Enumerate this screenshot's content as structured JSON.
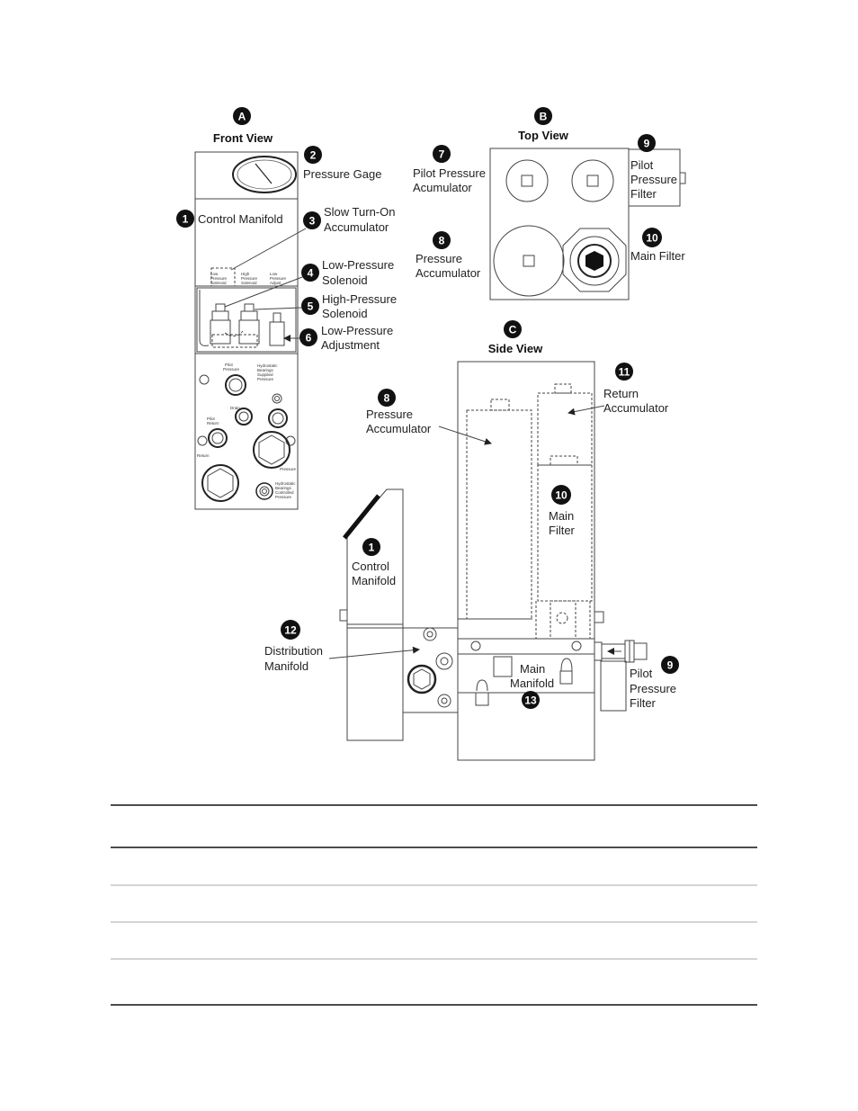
{
  "views": {
    "front": {
      "letter": "A",
      "title": "Front View"
    },
    "top": {
      "letter": "B",
      "title": "Top View"
    },
    "side": {
      "letter": "C",
      "title": "Side View"
    }
  },
  "front_callouts": [
    {
      "num": "2",
      "text": "Pressure Gage"
    },
    {
      "num": "1",
      "text": "Control Manifold"
    },
    {
      "num": "3",
      "line1": "Slow Turn-On",
      "line2": "Accumulator"
    },
    {
      "num": "4",
      "line1": "Low-Pressure",
      "line2": "Solenoid"
    },
    {
      "num": "5",
      "line1": "High-Pressure",
      "line2": "Solenoid"
    },
    {
      "num": "6",
      "line1": "Low-Pressure",
      "line2": "Adjustment"
    }
  ],
  "front_small_labels": {
    "low_pressure_solenoid": [
      "Low",
      "Pressure",
      "Solenoid"
    ],
    "high_pressure_solenoid": [
      "High",
      "Pressure",
      "Solenoid"
    ],
    "low_pressure_adjust": [
      "Low",
      "Pressure",
      "Adjust"
    ],
    "pilot_pressure": [
      "Pilot",
      "Pressure"
    ],
    "hydrostatic_supplied": [
      "Hydrostatic",
      "Bearings",
      "Supplied",
      "Pressure"
    ],
    "drain": "Drain",
    "pilot_return": [
      "Pilot",
      "Return"
    ],
    "return": "Return",
    "pressure": "Pressure",
    "hydrostatic_controlled": [
      "Hydrostatic",
      "Bearings",
      "Controlled",
      "Pressure"
    ]
  },
  "top_callouts": [
    {
      "num": "7",
      "line1": "Pilot Pressure",
      "line2": "Acumulator"
    },
    {
      "num": "9",
      "line1": "Pilot",
      "line2": "Pressure",
      "line3": "Filter"
    },
    {
      "num": "8",
      "line1": "Pressure",
      "line2": "Accumulator"
    },
    {
      "num": "10",
      "text": "Main Filter"
    }
  ],
  "side_callouts": [
    {
      "num": "8",
      "line1": "Pressure",
      "line2": "Accumulator"
    },
    {
      "num": "11",
      "line1": "Return",
      "line2": "Accumulator"
    },
    {
      "num": "10",
      "line1": "Main",
      "line2": "Filter"
    },
    {
      "num": "1",
      "line1": "Control",
      "line2": "Manifold"
    },
    {
      "num": "12",
      "line1": "Distribution",
      "line2": "Manifold"
    },
    {
      "num": "13",
      "line1": "Main",
      "line2": "Manifold"
    },
    {
      "num": "9",
      "line1": "Pilot",
      "line2": "Pressure",
      "line3": "Filter"
    }
  ],
  "table": {
    "rows": [
      "",
      "",
      "",
      "",
      ""
    ]
  }
}
